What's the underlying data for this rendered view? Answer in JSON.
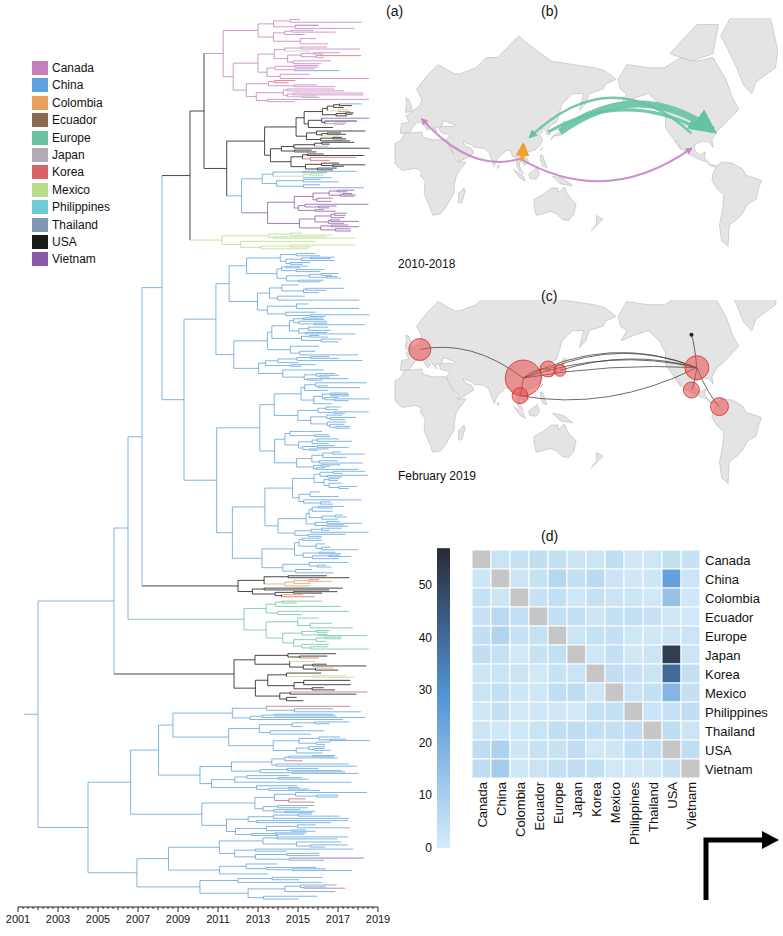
{
  "diagram": {
    "labels": [
      "(a)",
      "(b)",
      "(c)",
      "(d)",
      "2010-2018",
      "February 2019",
      "2001",
      "2003",
      "2005",
      "2007",
      "2009",
      "2011",
      "2013",
      "2015",
      "2017",
      "2019",
      "50",
      "40",
      "30",
      "20",
      "10",
      "0",
      "Canada",
      "China",
      "Colombia",
      "Ecuador",
      "Europe",
      "Japan",
      "Korea",
      "Mexico",
      "Philippines",
      "Thailand",
      "USA",
      "Vietnam",
      "Canada",
      "China",
      "Colombia",
      "Ecuador",
      "Europe",
      "Japan",
      "Korea",
      "Mexico",
      "Philippines",
      "Thailand",
      "USA",
      "Vietnam"
    ],
    "legend": [
      {
        "text": "Canada",
        "color": "#c67fbf"
      },
      {
        "text": "China",
        "color": "#5fa2dd"
      },
      {
        "text": "Colombia",
        "color": "#e8a15a"
      },
      {
        "text": "Ecuador",
        "color": "#8b6a4f"
      },
      {
        "text": "Europe",
        "color": "#6cc3a0"
      },
      {
        "text": "Japan",
        "color": "#b0abb4"
      },
      {
        "text": "Korea",
        "color": "#d9636b"
      },
      {
        "text": "Mexico",
        "color": "#b9dc8c"
      },
      {
        "text": "Philippines",
        "color": "#6fcad6"
      },
      {
        "text": "Thailand",
        "color": "#7f97b4"
      },
      {
        "text": "USA",
        "color": "#1a1a1a"
      },
      {
        "text": "Vietnam",
        "color": "#8c5aa8"
      }
    ]
  }
}
